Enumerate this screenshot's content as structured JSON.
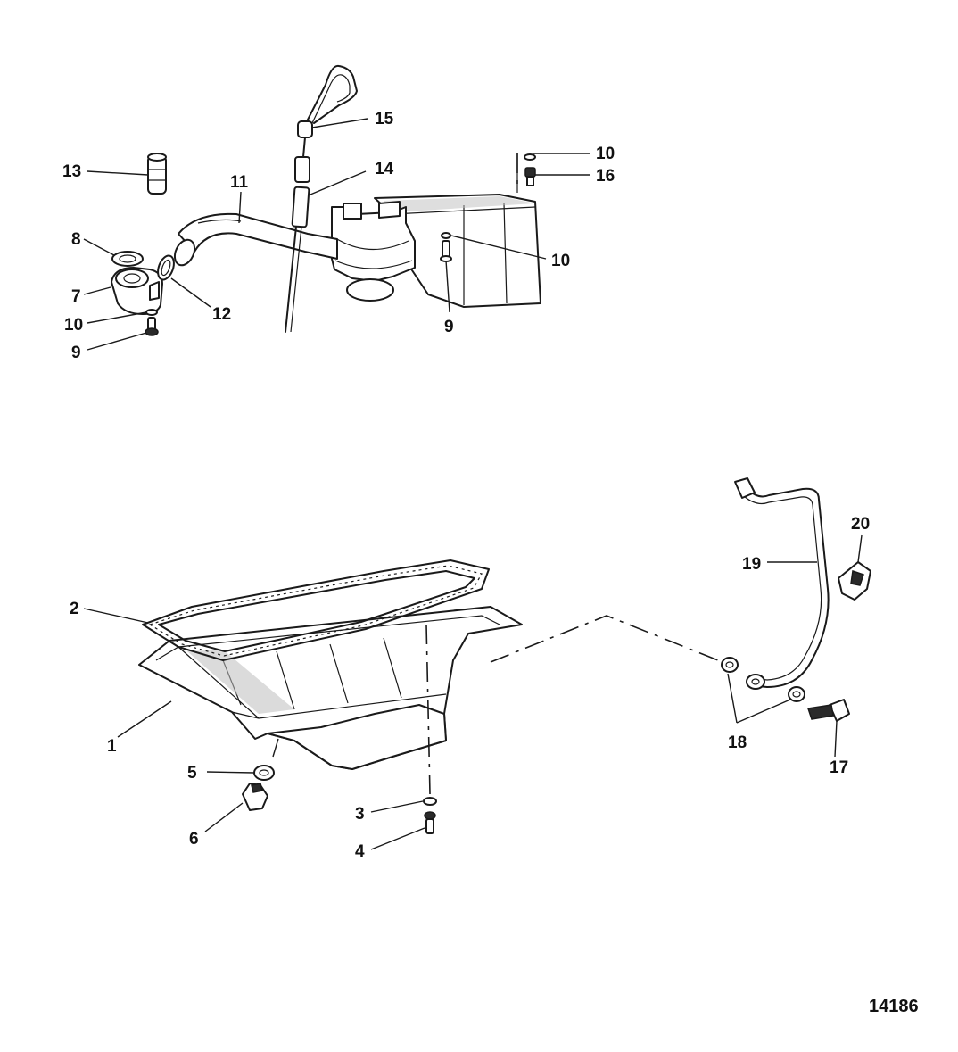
{
  "figure_number": "14186",
  "callouts": [
    {
      "id": "c1",
      "text": "1"
    },
    {
      "id": "c2",
      "text": "2"
    },
    {
      "id": "c3",
      "text": "3"
    },
    {
      "id": "c4",
      "text": "4"
    },
    {
      "id": "c5",
      "text": "5"
    },
    {
      "id": "c6",
      "text": "6"
    },
    {
      "id": "c7",
      "text": "7"
    },
    {
      "id": "c8",
      "text": "8"
    },
    {
      "id": "c9a",
      "text": "9"
    },
    {
      "id": "c9b",
      "text": "9"
    },
    {
      "id": "c10a",
      "text": "10"
    },
    {
      "id": "c10b",
      "text": "10"
    },
    {
      "id": "c10c",
      "text": "10"
    },
    {
      "id": "c11",
      "text": "11"
    },
    {
      "id": "c12",
      "text": "12"
    },
    {
      "id": "c13",
      "text": "13"
    },
    {
      "id": "c14",
      "text": "14"
    },
    {
      "id": "c15",
      "text": "15"
    },
    {
      "id": "c16",
      "text": "16"
    },
    {
      "id": "c17",
      "text": "17"
    },
    {
      "id": "c18",
      "text": "18"
    },
    {
      "id": "c19",
      "text": "19"
    },
    {
      "id": "c20",
      "text": "20"
    }
  ]
}
